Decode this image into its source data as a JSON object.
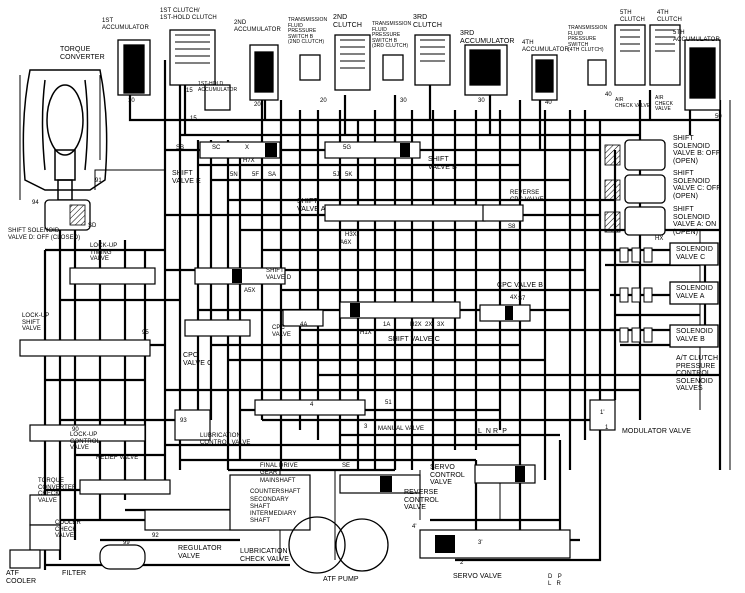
{
  "labels": {
    "torque_converter": "TORQUE\nCONVERTER",
    "accumulator_1st": "1ST\nACCUMULATOR",
    "clutch_1st_hold": "1ST CLUTCH/\n1ST-HOLD CLUTCH",
    "accumulator_1st_hold": "1ST-HOLD\nACCUMULATOR",
    "accumulator_2nd": "2ND\nACCUMULATOR",
    "tfp_switch_2nd": "TRANSMISSION\nFLUID\nPRESSURE\nSWITCH B\n(2ND CLUTCH)",
    "clutch_2nd": "2ND\nCLUTCH",
    "tfp_switch_3rd": "TRANSMISSION\nFLUID\nPRESSURE\nSWITCH B\n(3RD CLUTCH)",
    "clutch_3rd": "3RD\nCLUTCH",
    "accumulator_3rd": "3RD\nACCUMULATOR",
    "accumulator_4th": "4TH\nACCUMULATOR",
    "tfp_switch_4th": "TRANSMISSION\nFLUID\nPRESSURE\nSWITCH\n(4TH CLUTCH)",
    "clutch_5th": "5TH\nCLUTCH",
    "clutch_4th": "4TH\nCLUTCH",
    "accumulator_5th": "5TH\nACCUMULATOR",
    "air_check_valve_1": "AIR\nCHECK VALVE",
    "air_check_valve_2": "AIR\nCHECK\nVALVE",
    "shift_solenoid_b": "SHIFT\nSOLENOID\nVALVE B: OFF\n(OPEN)",
    "shift_solenoid_c": "SHIFT\nSOLENOID\nVALVE C: OFF\n(OPEN)",
    "shift_solenoid_a": "SHIFT\nSOLENOID\nVALVE A: ON\n(OPEN)",
    "shift_solenoid_d": "SHIFT SOLENOID\nVALVE D: OFF (CLOSED)",
    "shift_valve_e": "SHIFT\nVALVE E",
    "shift_valve_b": "SHIFT\nVALVE B",
    "shift_valve_a": "SHIFT\nVALVE A",
    "shift_valve_d": "SHIFT\nVALVE D",
    "shift_valve_c": "SHIFT VALVE C",
    "reverse_cpc_valve": "REVERSE\nCPC VALVE",
    "cpc_valve_b": "CPC VALVE B",
    "cpc_valve": "CPC\nVALVE",
    "cpc_valve_c": "CPC\nVALVE C",
    "lock_up_timing_valve": "LOCK-UP\nTIMING\nVALVE",
    "lock_up_shift_valve": "LOCK-UP\nSHIFT\nVALVE",
    "lock_up_control_valve": "LOCK-UP\nCONTROL\nVALVE",
    "relief_valve": "RELIEF VALVE",
    "torque_converter_check_valve": "TORQUE\nCONVERTER\nCHECK\nVALVE",
    "cooler_check_valve": "COOLER\nCHECK\nVALVE",
    "atf_cooler": "ATF\nCOOLER",
    "filter": "FILTER",
    "lubrication_control_valve": "LUBRICATION\nCONTROL VALVE",
    "regulator_valve": "REGULATOR\nVALVE",
    "lubrication_check_valve": "LUBRICATION\nCHECK VALVE",
    "atf_pump": "ATF PUMP",
    "final_drive_gear": "FINAL DRIVE\nGEAR",
    "mainshaft": "MAINSHAFT",
    "countershaft": "COUNTERSHAFT",
    "secondary_shaft": "SECONDARY\nSHAFT",
    "intermediary_shaft": "INTERMEDIARY\nSHAFT",
    "manual_valve": "MANUAL VALVE",
    "servo_control_valve": "SERVO\nCONTROL\nVALVE",
    "reverse_control_valve": "REVERSE\nCONTROL\nVALVE",
    "servo_valve": "SERVO VALVE",
    "modulator_valve": "MODULATOR VALVE",
    "solenoid_valve_c": "SOLENOID\nVALVE C",
    "solenoid_valve_a": "SOLENOID\nVALVE A",
    "solenoid_valve_b": "SOLENOID\nVALVE B",
    "at_clutch_solenoid": "A/T CLUTCH\nPRESSURE\nCONTROL\nSOLENOID\nVALVES",
    "lnrp": "L  N R  P",
    "dpr": "D   P\nL   R"
  },
  "port_numbers": {
    "p10": "10",
    "p15a": "15",
    "p15b": "15",
    "p20a": "20",
    "p20b": "20",
    "p30a": "30",
    "p30b": "30",
    "p40a": "40",
    "p40b": "40",
    "p50": "50",
    "p51": "51",
    "p91": "91",
    "p94": "94",
    "p95": "95",
    "p93": "93",
    "p90": "90",
    "p92": "92",
    "p99": "99",
    "p1": "1",
    "p4": "4",
    "p3": "3"
  },
  "port_codes": [
    "SB",
    "SC",
    "X",
    "H7X",
    "5N",
    "5F",
    "SA",
    "5G",
    "5K",
    "5J",
    "SD",
    "4A",
    "1A",
    "2X",
    "3X",
    "4X",
    "A5X",
    "A6X",
    "H1X",
    "H2X",
    "H3X",
    "S7",
    "S8",
    "HX",
    "SE",
    "4'",
    "3'",
    "1'",
    "2'"
  ]
}
